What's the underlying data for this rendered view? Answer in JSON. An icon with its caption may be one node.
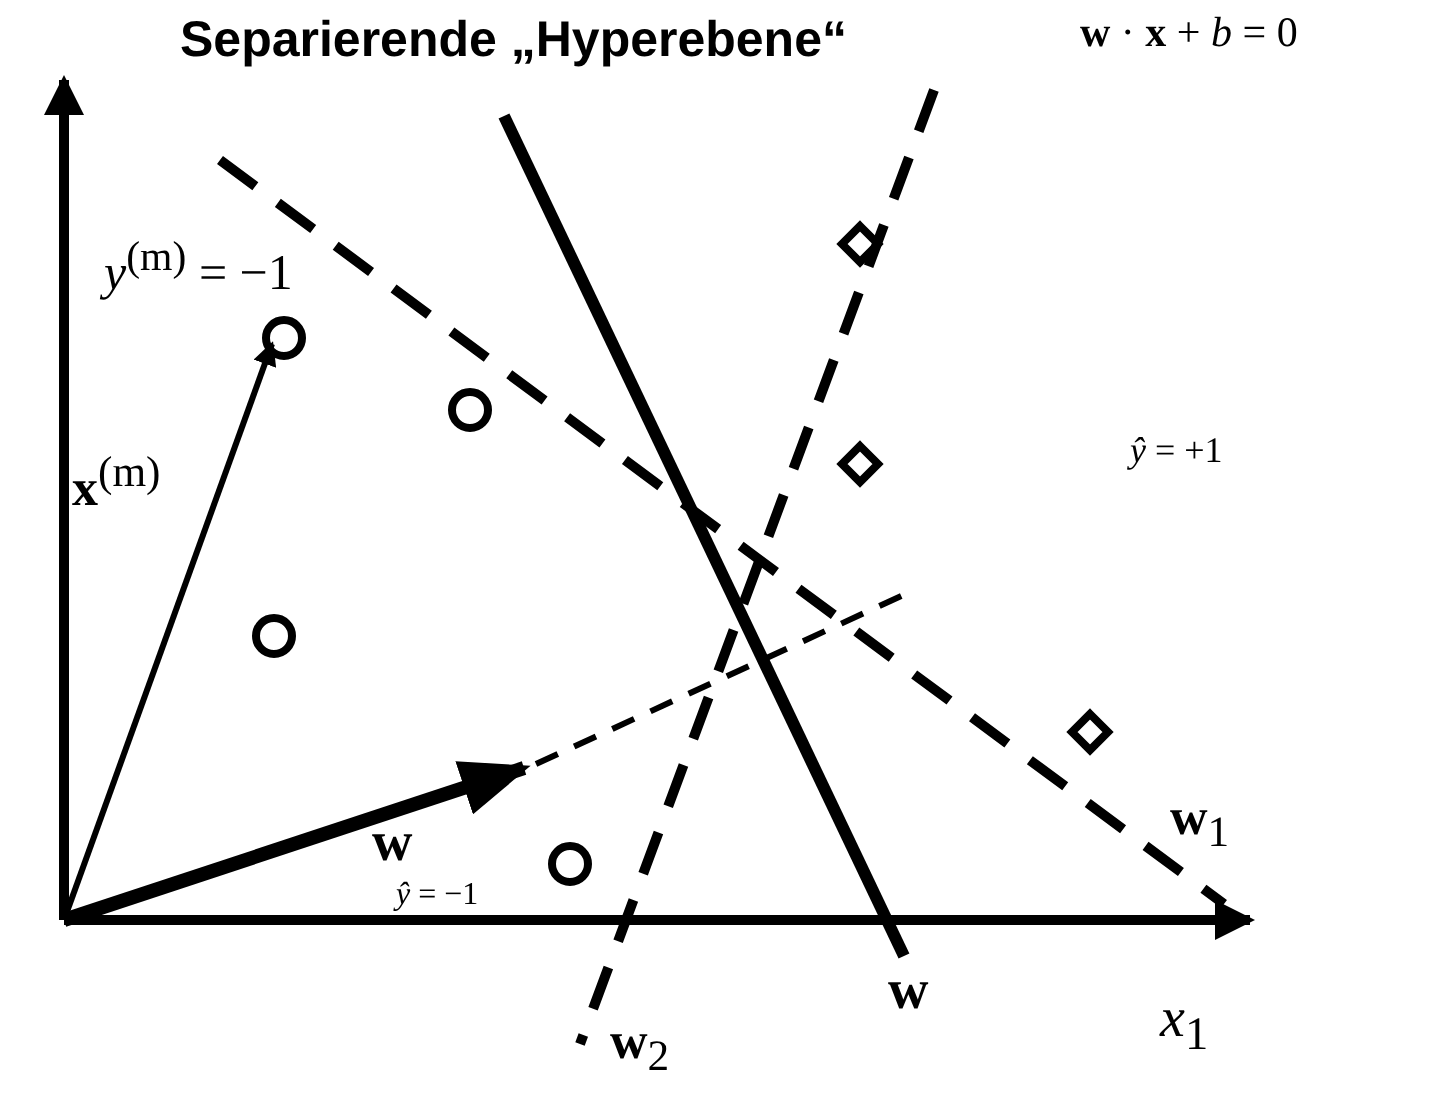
{
  "diagram": {
    "title": "Separierende „Hyperebene“",
    "labels": [
      "**w** · **x** + *b* = 0",
      "*y*$^{(m)}$ = −1",
      "**x**$^{(m)}$",
      "*ŷ* = +1",
      "**w**$_{1}$",
      "w",
      "*ŷ* = −1",
      "**w**$_{2}$",
      "w",
      "*x*$_{1}$"
    ]
  }
}
